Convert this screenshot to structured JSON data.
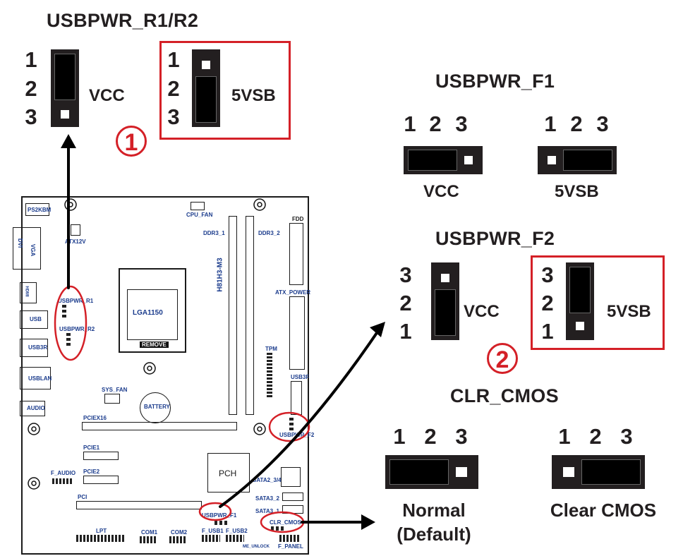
{
  "usbpwr_r": {
    "title": "USBPWR_R1/R2",
    "pins": [
      "1",
      "2",
      "3"
    ],
    "left_label": "VCC",
    "right_label": "5VSB",
    "marker": "1"
  },
  "usbpwr_f1": {
    "title": "USBPWR_F1",
    "pins": [
      "1",
      "2",
      "3"
    ],
    "left_label": "VCC",
    "right_label": "5VSB"
  },
  "usbpwr_f2": {
    "title": "USBPWR_F2",
    "pins": [
      "3",
      "2",
      "1"
    ],
    "left_label": "VCC",
    "right_label": "5VSB",
    "marker": "2"
  },
  "clr_cmos": {
    "title": "CLR_CMOS",
    "pins": [
      "1",
      "2",
      "3"
    ],
    "left_label_line1": "Normal",
    "left_label_line2": "(Default)",
    "right_label": "Clear CMOS"
  },
  "board": {
    "labels": {
      "ps2kbm": "PS2KBM",
      "cpu_fan": "CPU_FAN",
      "fdd": "FDD",
      "atx12v": "ATX12V",
      "ddr3_1": "DDR3_1",
      "ddr3_2": "DDR3_2",
      "model": "H81H3-M3",
      "dvi": "DVI",
      "vga": "VGA",
      "hdmi": "HDMI",
      "usbpwr_r1": "USBPWR_R1",
      "usbpwr_r2": "USBPWR_R2",
      "usb": "USB",
      "usb3r": "USB3R",
      "lga1150": "LGA1150",
      "remove": "REMOVE",
      "atx_power": "ATX_POWER",
      "tpm": "TPM",
      "usb3f": "USB3F",
      "usblan": "USBLAN",
      "sys_fan": "SYS_FAN",
      "battery": "BATTERY",
      "audio": "AUDIO",
      "pciex16": "PCIEX16",
      "usbpwr_f2": "USBPWR_F2",
      "pcie1": "PCIE1",
      "f_audio": "F_AUDIO",
      "pcie2": "PCIE2",
      "pch": "PCH",
      "sata2_34": "SATA2_3/4",
      "sata3_2": "SATA3_2",
      "sata3_1": "SATA3_1",
      "pci": "PCI",
      "usbpwr_f1": "USBPWR_F1",
      "clr_cmos": "CLR_CMOS",
      "lpt": "LPT",
      "com1": "COM1",
      "com2": "COM2",
      "f_usb1": "F_USB1",
      "f_usb2": "F_USB2",
      "me_unlock": "ME_UNLOCK",
      "f_panel": "F_PANEL"
    }
  },
  "colors": {
    "accent_red": "#d42027",
    "ink": "#231f20",
    "board_blue": "#1a3b8c"
  }
}
